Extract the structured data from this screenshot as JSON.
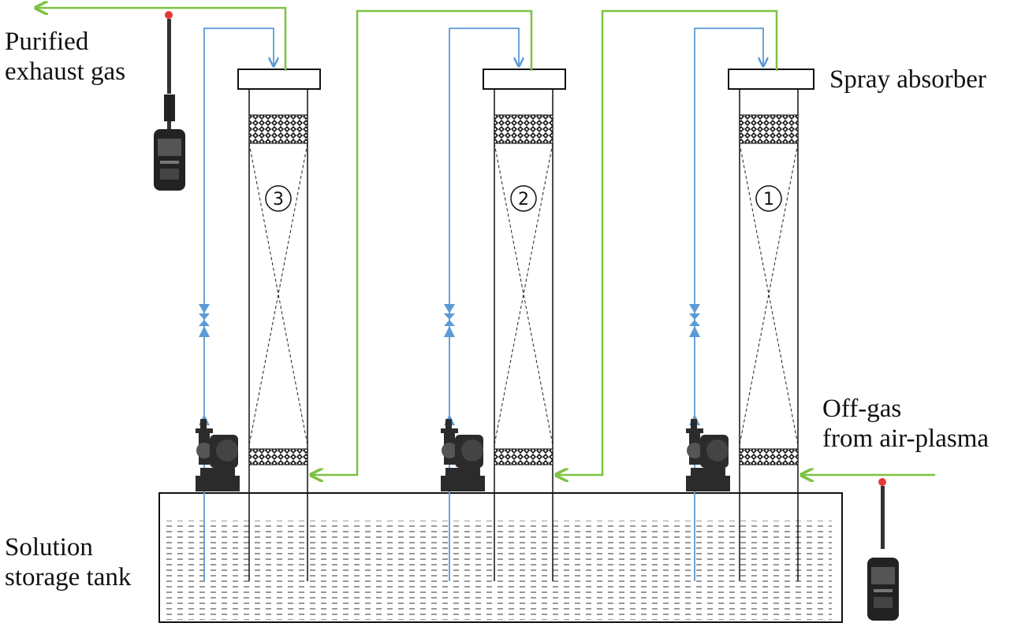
{
  "labels": {
    "purified": [
      "Purified",
      "exhaust gas"
    ],
    "spray_absorber": "Spray absorber",
    "off_gas": [
      "Off-gas",
      "from air-plasma"
    ],
    "tank": [
      "Solution",
      "storage tank"
    ]
  },
  "absorbers": [
    {
      "number": "3"
    },
    {
      "number": "2"
    },
    {
      "number": "1"
    }
  ],
  "colors": {
    "gas_line": "#7dc242",
    "liquid_line": "#5b9bd5",
    "outline": "#111111",
    "sensor_dot": "#e53935",
    "device_body": "#222222",
    "pump": "#2b2b2b"
  },
  "icons": {
    "pump": "centrifugal-pump-icon",
    "valve": "valve-icon",
    "gas_detector": "portable-gas-detector-icon",
    "packing": "packing-layer"
  }
}
